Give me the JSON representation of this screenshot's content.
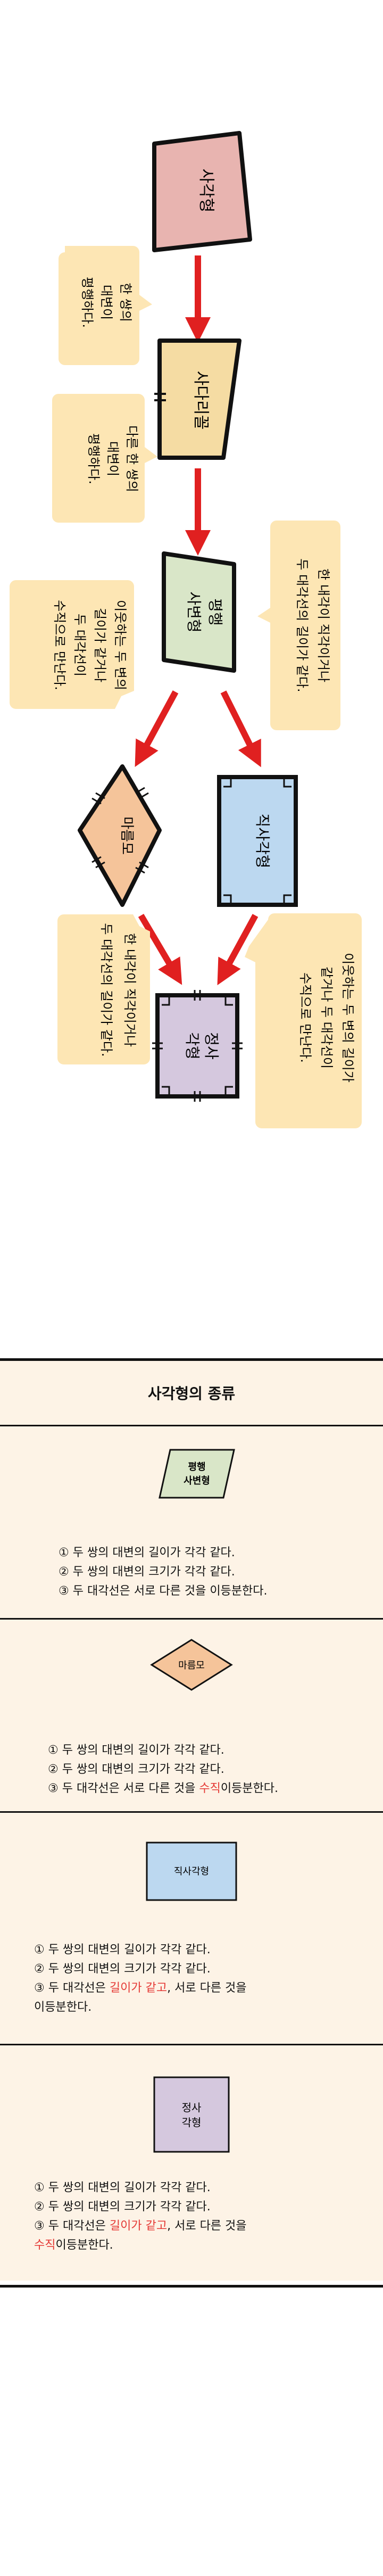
{
  "flow": {
    "shapes": {
      "quadrilateral": "사각형",
      "trapezoid": "사다리꼴",
      "parallelogram": [
        "평행",
        "사변형"
      ],
      "rhombus": "마름모",
      "rectangle": "직사각형",
      "square": [
        "정사",
        "각형"
      ]
    },
    "callouts": {
      "one_pair": [
        "한 쌍의",
        "대변이",
        "평행하다."
      ],
      "other_pair": [
        "다른 한 쌍의",
        "대변이",
        "평행하다."
      ],
      "to_rectangle": [
        "한 내각이 직각이거나",
        "두 대각선의 길이가 같다."
      ],
      "to_rhombus": [
        "이웃하는 두 변의",
        "길이가 같거나",
        "두 대각선이",
        "수직으로 만난다."
      ],
      "rhombus_to_square": [
        "한 내각이 직각이거나",
        "두 대각선의 길이가 같다."
      ],
      "rectangle_to_square": [
        "이웃하는 두 변의 길이가",
        "같거나 두 대각선이",
        "수직으로 만난다."
      ]
    }
  },
  "table": {
    "title": "사각형의 종류",
    "rows": [
      {
        "shape_label": [
          "평행",
          "사변형"
        ],
        "lines": [
          [
            {
              "t": "① 두 쌍의 대변의 길이가 각각 같다."
            }
          ],
          [
            {
              "t": "② 두 쌍의 대변의 크기가 각각 같다."
            }
          ],
          [
            {
              "t": "③ 두 대각선은 서로 다른 것을 이등분한다."
            }
          ]
        ]
      },
      {
        "shape_label": [
          "마름모"
        ],
        "lines": [
          [
            {
              "t": "① 두 쌍의 대변의 길이가 각각 같다."
            }
          ],
          [
            {
              "t": "② 두 쌍의 대변의 크기가 각각 같다."
            }
          ],
          [
            {
              "t": "③ 두 대각선은 서로 다른 것을 "
            },
            {
              "t": "수직",
              "red": true
            },
            {
              "t": "이등분한다."
            }
          ]
        ]
      },
      {
        "shape_label": [
          "직사각형"
        ],
        "lines": [
          [
            {
              "t": "① 두 쌍의 대변의 길이가 각각 같다."
            }
          ],
          [
            {
              "t": "② 두 쌍의 대변의 크기가 각각 같다."
            }
          ],
          [
            {
              "t": "③ 두 대각선은 "
            },
            {
              "t": "길이가 같고",
              "red": true
            },
            {
              "t": ", 서로 다른 것을"
            }
          ],
          [
            {
              "t": "    이등분한다."
            }
          ]
        ]
      },
      {
        "shape_label": [
          "정사",
          "각형"
        ],
        "lines": [
          [
            {
              "t": "① 두 쌍의 대변의 길이가 각각 같다."
            }
          ],
          [
            {
              "t": "② 두 쌍의 대변의 크기가 각각 같다."
            }
          ],
          [
            {
              "t": "③ 두 대각선은 "
            },
            {
              "t": "길이가 같고",
              "red": true
            },
            {
              "t": ", 서로 다른 것을"
            }
          ],
          [
            {
              "t": "    "
            },
            {
              "t": "수직",
              "red": true
            },
            {
              "t": "이등분한다."
            }
          ]
        ]
      }
    ]
  },
  "colors": {
    "quadrilateral": "#e8b4b0",
    "trapezoid": "#f5dca3",
    "parallelogram": "#d9e6c8",
    "rhombus": "#f5c49a",
    "rectangle": "#bcd8f0",
    "square": "#d5c8de",
    "callout": "#fde6b4",
    "arrow": "#e02020",
    "table_bg": "#fdf3e6",
    "accent_red": "#e53935"
  }
}
